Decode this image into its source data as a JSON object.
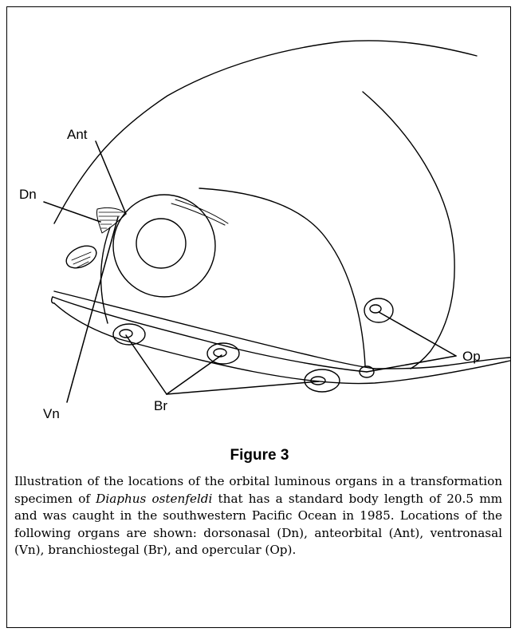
{
  "figure": {
    "title": "Figure 3",
    "caption": {
      "part1": "Illustration of the locations of the orbital luminous organs in a transformation specimen of ",
      "species": "Diaphus ostenfeldi",
      "part2": " that has a standard body length of 20.5 mm and was caught in the southwestern Pacific Ocean in 1985. Locations of the following organs are shown: dorsonasal (Dn), anteorbital (Ant), ventronasal (Vn), branchiostegal (Br), and opercular (Op)."
    }
  },
  "labels": {
    "ant": "Ant",
    "dn": "Dn",
    "vn": "Vn",
    "br": "Br",
    "op": "Op"
  }
}
